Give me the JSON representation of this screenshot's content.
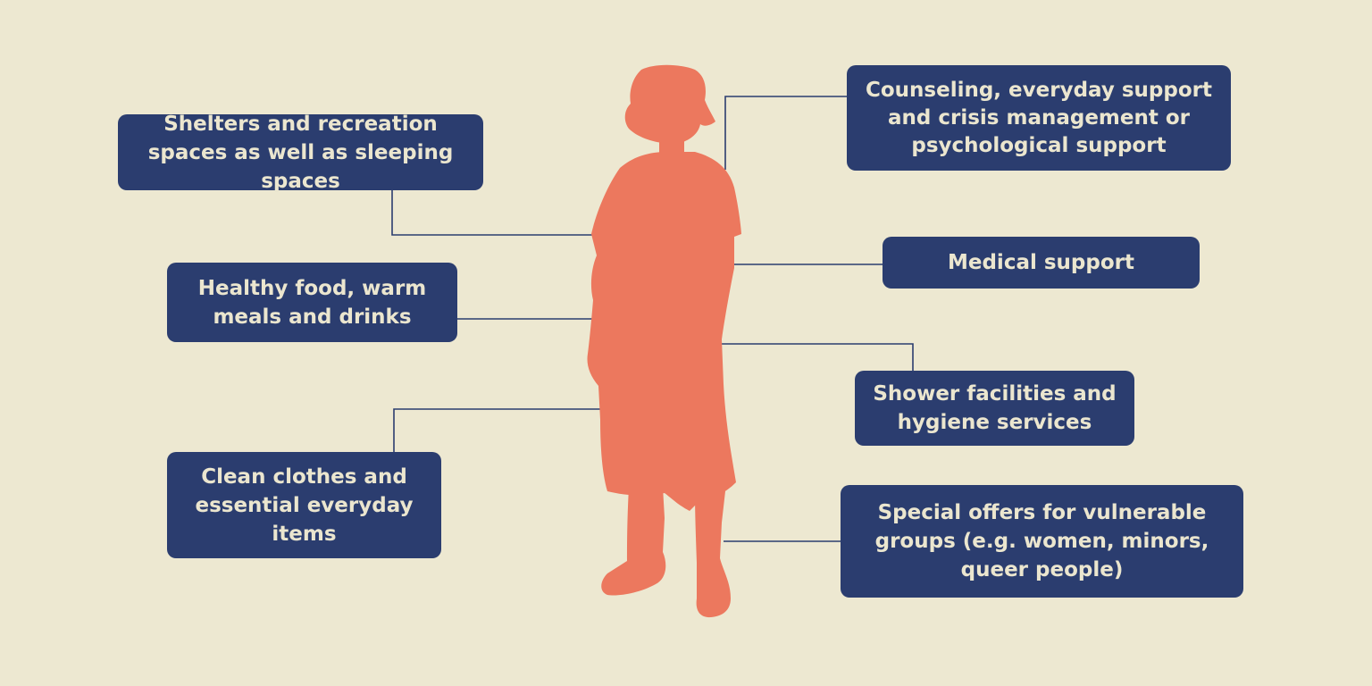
{
  "colors": {
    "background": "#ede8d1",
    "box_fill": "#2b3d6f",
    "box_text": "#ebe6cf",
    "figure": "#ec785e",
    "connector": "#2b3d6f"
  },
  "figure": {
    "icon": "person-silhouette-icon"
  },
  "boxes": {
    "shelters": {
      "text": "Shelters and recreation spaces as well as sleeping spaces"
    },
    "food": {
      "text": "Healthy food, warm meals and drinks"
    },
    "clothes": {
      "text": "Clean clothes and essential everyday items"
    },
    "counseling": {
      "text": "Counseling, everyday support and crisis management or psychological support"
    },
    "medical": {
      "text": "Medical support"
    },
    "shower": {
      "text": "Shower facilities and hygiene services"
    },
    "special": {
      "text": "Special offers for vulnerable groups (e.g. women, minors, queer people)"
    }
  }
}
